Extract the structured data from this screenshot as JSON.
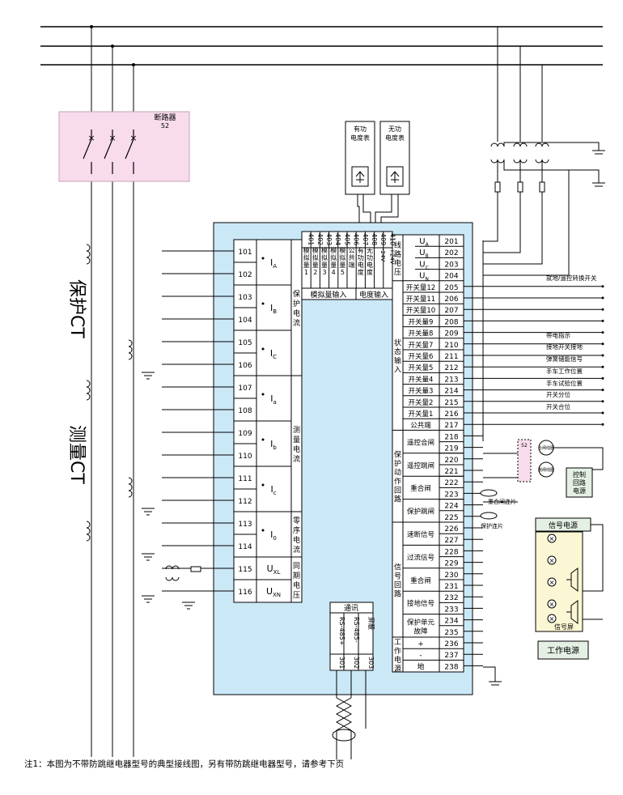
{
  "breaker": {
    "title": "断路器",
    "code": "52"
  },
  "protect_ct_label": "保护CT",
  "measure_ct_label": "测量CT",
  "meters": [
    {
      "label_1": "有功",
      "label_2": "电度表"
    },
    {
      "label_1": "无功",
      "label_2": "电度表"
    }
  ],
  "left_terminals": [
    "101",
    "102",
    "103",
    "104",
    "105",
    "106",
    "107",
    "108",
    "109",
    "110",
    "111",
    "112",
    "113",
    "114",
    "115",
    "116"
  ],
  "left_signals": [
    {
      "base": "I",
      "sub": "A"
    },
    {
      "base": "I",
      "sub": "B"
    },
    {
      "base": "I",
      "sub": "C"
    },
    {
      "base": "I",
      "sub": "a"
    },
    {
      "base": "I",
      "sub": "b"
    },
    {
      "base": "I",
      "sub": "c"
    },
    {
      "base": "I",
      "sub": "0"
    },
    {
      "base": "U",
      "sub": "XL"
    },
    {
      "base": "U",
      "sub": "XN"
    }
  ],
  "left_groups": [
    {
      "name": "保护电流"
    },
    {
      "name": "测量电流"
    },
    {
      "name": "零序电流"
    },
    {
      "name": "同期电压"
    }
  ],
  "analog_terminals": [
    "401",
    "402",
    "403",
    "404",
    "405",
    "406",
    "407",
    "408",
    "409",
    "410"
  ],
  "analog_labels": [
    "模拟量1",
    "模拟量2",
    "模拟量3",
    "模拟量4",
    "模拟量5",
    "公共端",
    "有功电度",
    "无功电度",
    "-24V",
    "+24V"
  ],
  "analog_group_label": "模拟量输入",
  "energy_group_label": "电度输入",
  "right_terminals": [
    "201",
    "202",
    "203",
    "204",
    "205",
    "206",
    "207",
    "208",
    "209",
    "210",
    "211",
    "212",
    "213",
    "214",
    "215",
    "216",
    "217",
    "218",
    "219",
    "220",
    "221",
    "222",
    "223",
    "224",
    "225",
    "226",
    "227",
    "228",
    "229",
    "230",
    "231",
    "232",
    "233",
    "234",
    "235",
    "236",
    "237",
    "238"
  ],
  "line_voltage": {
    "group": "线路电压",
    "signals": [
      {
        "base": "U",
        "sub": "A"
      },
      {
        "base": "U",
        "sub": "B"
      },
      {
        "base": "U",
        "sub": "C"
      },
      {
        "base": "U",
        "sub": "N"
      }
    ]
  },
  "status_inputs": {
    "group": "状态输入",
    "labels": [
      "开关量12",
      "开关量11",
      "开关量10",
      "开关量9",
      "开关量8",
      "开关量7",
      "开关量6",
      "开关量5",
      "开关量4",
      "开关量3",
      "开关量2",
      "开关量1",
      "公共端"
    ]
  },
  "protect_action": {
    "group": "保护动作回路",
    "labels": [
      "遥控合闸",
      "遥控跳闸",
      "重合闸",
      "保护跳闸"
    ]
  },
  "signal_loop": {
    "group": "信号回路",
    "labels": [
      "速断信号",
      "过流信号",
      "重合闸",
      "接地信号",
      "保护单元故障"
    ]
  },
  "work_power": {
    "group": "工作电源",
    "plus": "+",
    "minus": "-",
    "ground": "地"
  },
  "switch_notes": [
    "就地/遥控转换开关",
    "带电指示",
    "接地开关接地",
    "弹簧储能信号",
    "手车工作位置",
    "手车试验位置",
    "开关分位",
    "开关合位"
  ],
  "comm": {
    "title": "通讯",
    "terminals": [
      "301",
      "302",
      "303"
    ],
    "labels": [
      "RS-485+",
      "RS-485-",
      "屏蔽"
    ]
  },
  "right_boxes": {
    "control_power": "控制回路电源",
    "signal_power": "信号电源",
    "work_power": "工作电源",
    "reclose_tab": "重合闸连片",
    "protect_tab": "保护连片",
    "signal_screen": "信号屏",
    "close_coil": "合闸线圈",
    "trip_coil": "跳闸线圈",
    "relay_52": "52"
  },
  "footnote": "注1：本图为不带防跳继电器型号的典型接线图，另有带防跳继电器型号，请参考下页"
}
